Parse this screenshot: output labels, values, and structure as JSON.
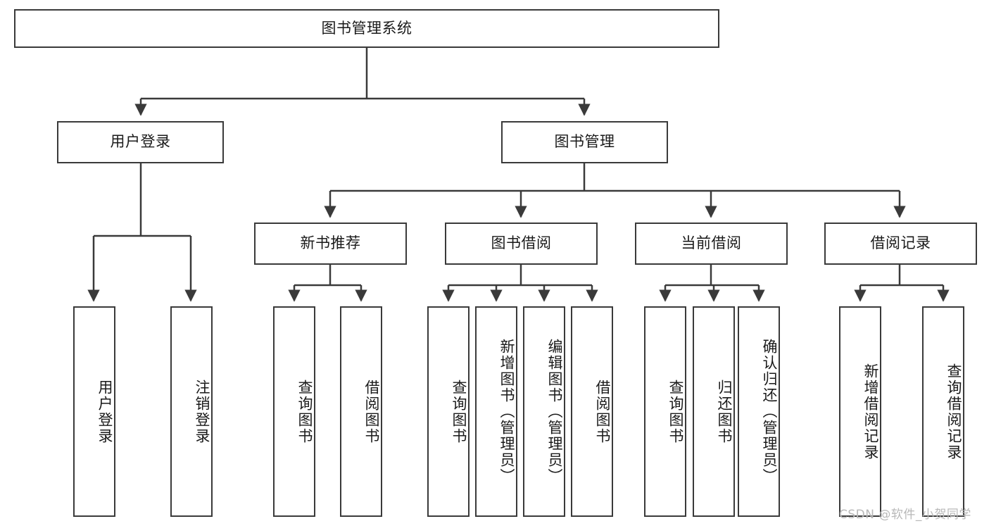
{
  "diagram": {
    "type": "tree",
    "title": "图书管理系统",
    "orientation": "top-down",
    "root": {
      "id": "root",
      "label": "图书管理系统"
    },
    "level2": [
      {
        "id": "user-login",
        "label": "用户登录"
      },
      {
        "id": "book-management",
        "label": "图书管理"
      }
    ],
    "level3": [
      {
        "id": "new-book-recommend",
        "label": "新书推荐",
        "parent": "book-management"
      },
      {
        "id": "book-borrow",
        "label": "图书借阅",
        "parent": "book-management"
      },
      {
        "id": "current-borrow",
        "label": "当前借阅",
        "parent": "book-management"
      },
      {
        "id": "borrow-record",
        "label": "借阅记录",
        "parent": "book-management"
      }
    ],
    "leaves": {
      "user_login": [
        {
          "id": "leaf-user-login",
          "label": "用户登录"
        },
        {
          "id": "leaf-logout-login",
          "label": "注销登录"
        }
      ],
      "new_book_recommend": [
        {
          "id": "leaf-query-book-1",
          "label": "查询图书"
        },
        {
          "id": "leaf-borrow-book-1",
          "label": "借阅图书"
        }
      ],
      "book_borrow": [
        {
          "id": "leaf-query-book-2",
          "label": "查询图书"
        },
        {
          "id": "leaf-add-book",
          "label": "新增图书（管理员）"
        },
        {
          "id": "leaf-edit-book",
          "label": "编辑图书（管理员）"
        },
        {
          "id": "leaf-borrow-book-2",
          "label": "借阅图书"
        }
      ],
      "current_borrow": [
        {
          "id": "leaf-query-book-3",
          "label": "查询图书"
        },
        {
          "id": "leaf-return-book",
          "label": "归还图书"
        },
        {
          "id": "leaf-confirm-return",
          "label": "确认归还（管理员）"
        }
      ],
      "borrow_record": [
        {
          "id": "leaf-add-borrow-record",
          "label": "新增借阅记录"
        },
        {
          "id": "leaf-query-borrow-record",
          "label": "查询借阅记录"
        }
      ]
    },
    "colors": {
      "border": "#3a3a3a",
      "edge": "#3a3a3a",
      "text": "#1a1a1a",
      "background": "#ffffff",
      "watermark": "#b8b8b8"
    }
  },
  "watermark": {
    "text": "CSDN @软件_小贺同学"
  }
}
